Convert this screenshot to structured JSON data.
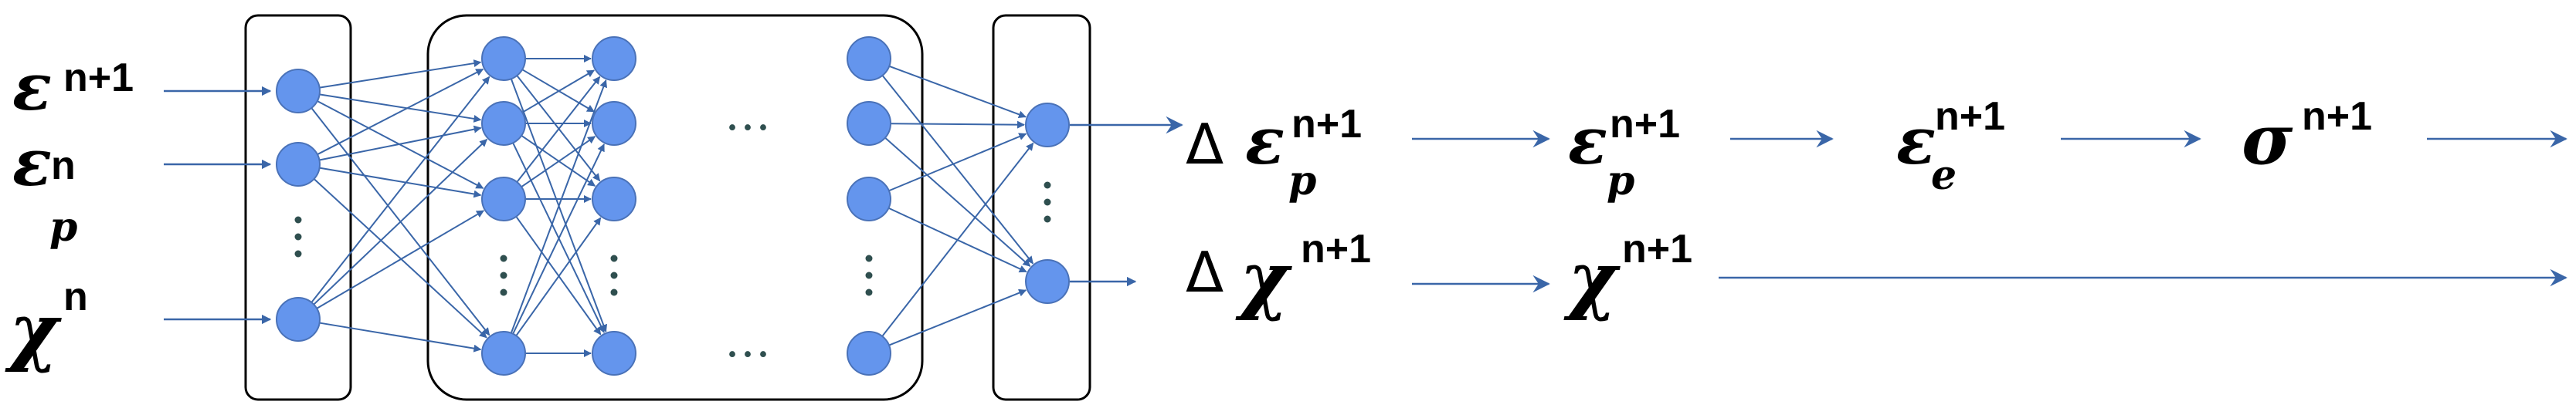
{
  "colors": {
    "node_fill": "#6495ED",
    "node_stroke": "#4A72B8",
    "edge": "#3A66A8",
    "box": "#000000",
    "dots": "#2F4F4F"
  },
  "inputs": [
    {
      "symbol": "ε",
      "superscript": "n+1",
      "subscript": ""
    },
    {
      "symbol": "ε",
      "superscript": "n",
      "subscript": "p"
    },
    {
      "symbol": "χ",
      "superscript": "n",
      "subscript": ""
    }
  ],
  "ellipsis": "…",
  "outputs_row1": [
    {
      "prefix": "Δ",
      "symbol": "ε",
      "superscript": "n+1",
      "subscript": "p"
    },
    {
      "prefix": "",
      "symbol": "ε",
      "superscript": "n+1",
      "subscript": "p"
    },
    {
      "prefix": "",
      "symbol": "ε",
      "superscript": "n+1",
      "subscript": "e"
    },
    {
      "prefix": "",
      "symbol": "σ",
      "superscript": "n+1",
      "subscript": ""
    }
  ],
  "outputs_row2": [
    {
      "prefix": "Δ",
      "symbol": "χ",
      "superscript": "n+1",
      "subscript": ""
    },
    {
      "prefix": "",
      "symbol": "χ",
      "superscript": "n+1",
      "subscript": ""
    }
  ]
}
